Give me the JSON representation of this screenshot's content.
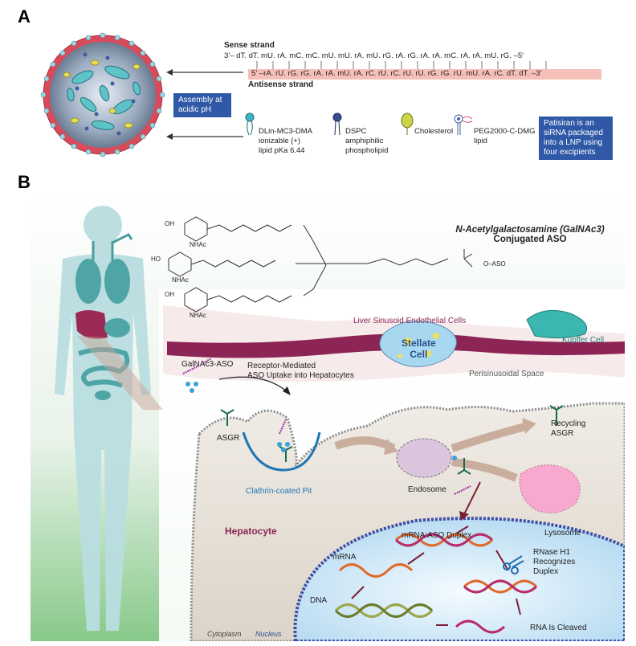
{
  "panel_a": {
    "letter": "A",
    "sense_strand_label": "Sense strand",
    "sense_sequence": "3′– dT. dT. mU. rA. mC. mC. mU. mU. rA. mU. rG. rA. rG. rA. rA. mC. rA. rA. mU. rG.   –5′",
    "antisense_sequence": "5′ –rA. rU. rG. rG. rA. rA. mU. rA. rC. rU. rC. rU. rU. rG. rG. rU. mU. rA. rC. dT. dT. –3′",
    "antisense_strand_label": "Antisense strand",
    "assembly_box": "Assembly at acidic pH",
    "patisiran_box": "Patisiran is an siRNA packaged into a LNP using four excipients",
    "excipients": [
      {
        "name_line1": "DLin-MC3-DMA",
        "name_line2": "ionizable (+)",
        "name_line3": "lipid pKa 6.44"
      },
      {
        "name_line1": "DSPC",
        "name_line2": "amphiphilic",
        "name_line3": "phospholipid"
      },
      {
        "name_line1": "Cholesterol",
        "name_line2": "",
        "name_line3": ""
      },
      {
        "name_line1": "PEG2000-C-DMG",
        "name_line2": "lipid",
        "name_line3": ""
      }
    ]
  },
  "panel_b": {
    "letter": "B",
    "title_line1": "N-Acetylgalactosamine (GalNAc3)",
    "title_line2": "Conjugated ASO",
    "labels": {
      "liver_endothelial": "Liver Sinusoid Endothelial Cells",
      "stellate_line1": "Stellate",
      "stellate_line2": "Cell",
      "kupffer": "Kupffer Cell",
      "perisinusoidal": "Perisinusoidal Space",
      "galnac_aso": "GalNAc3-ASO",
      "receptor_mediated_line1": "Receptor-Mediated",
      "receptor_mediated_line2": "ASO Uptake into Hepatocytes",
      "asgr": "ASGR",
      "clathrin": "Clathrin-coated Pit",
      "endosome": "Endosome",
      "recycling_line1": "Recycling",
      "recycling_line2": "ASGR",
      "lysosome": "Lysosome",
      "hepatocyte": "Hepatocyte",
      "mrna_aso_duplex": "mRNA:ASO Duplex",
      "mrna": "mRNA",
      "dna": "DNA",
      "rnase_line1": "RNase H1",
      "rnase_line2": "Recognizes",
      "rnase_line3": "Duplex",
      "rna_cleaved": "RNA Is Cleaved",
      "cytoplasm": "Cytoplasm",
      "nucleus": "Nucleus"
    },
    "chem_labels": {
      "nhac": "NHAc",
      "oh": "OH",
      "ho": "HO",
      "aso_end": "O–ASO"
    }
  }
}
